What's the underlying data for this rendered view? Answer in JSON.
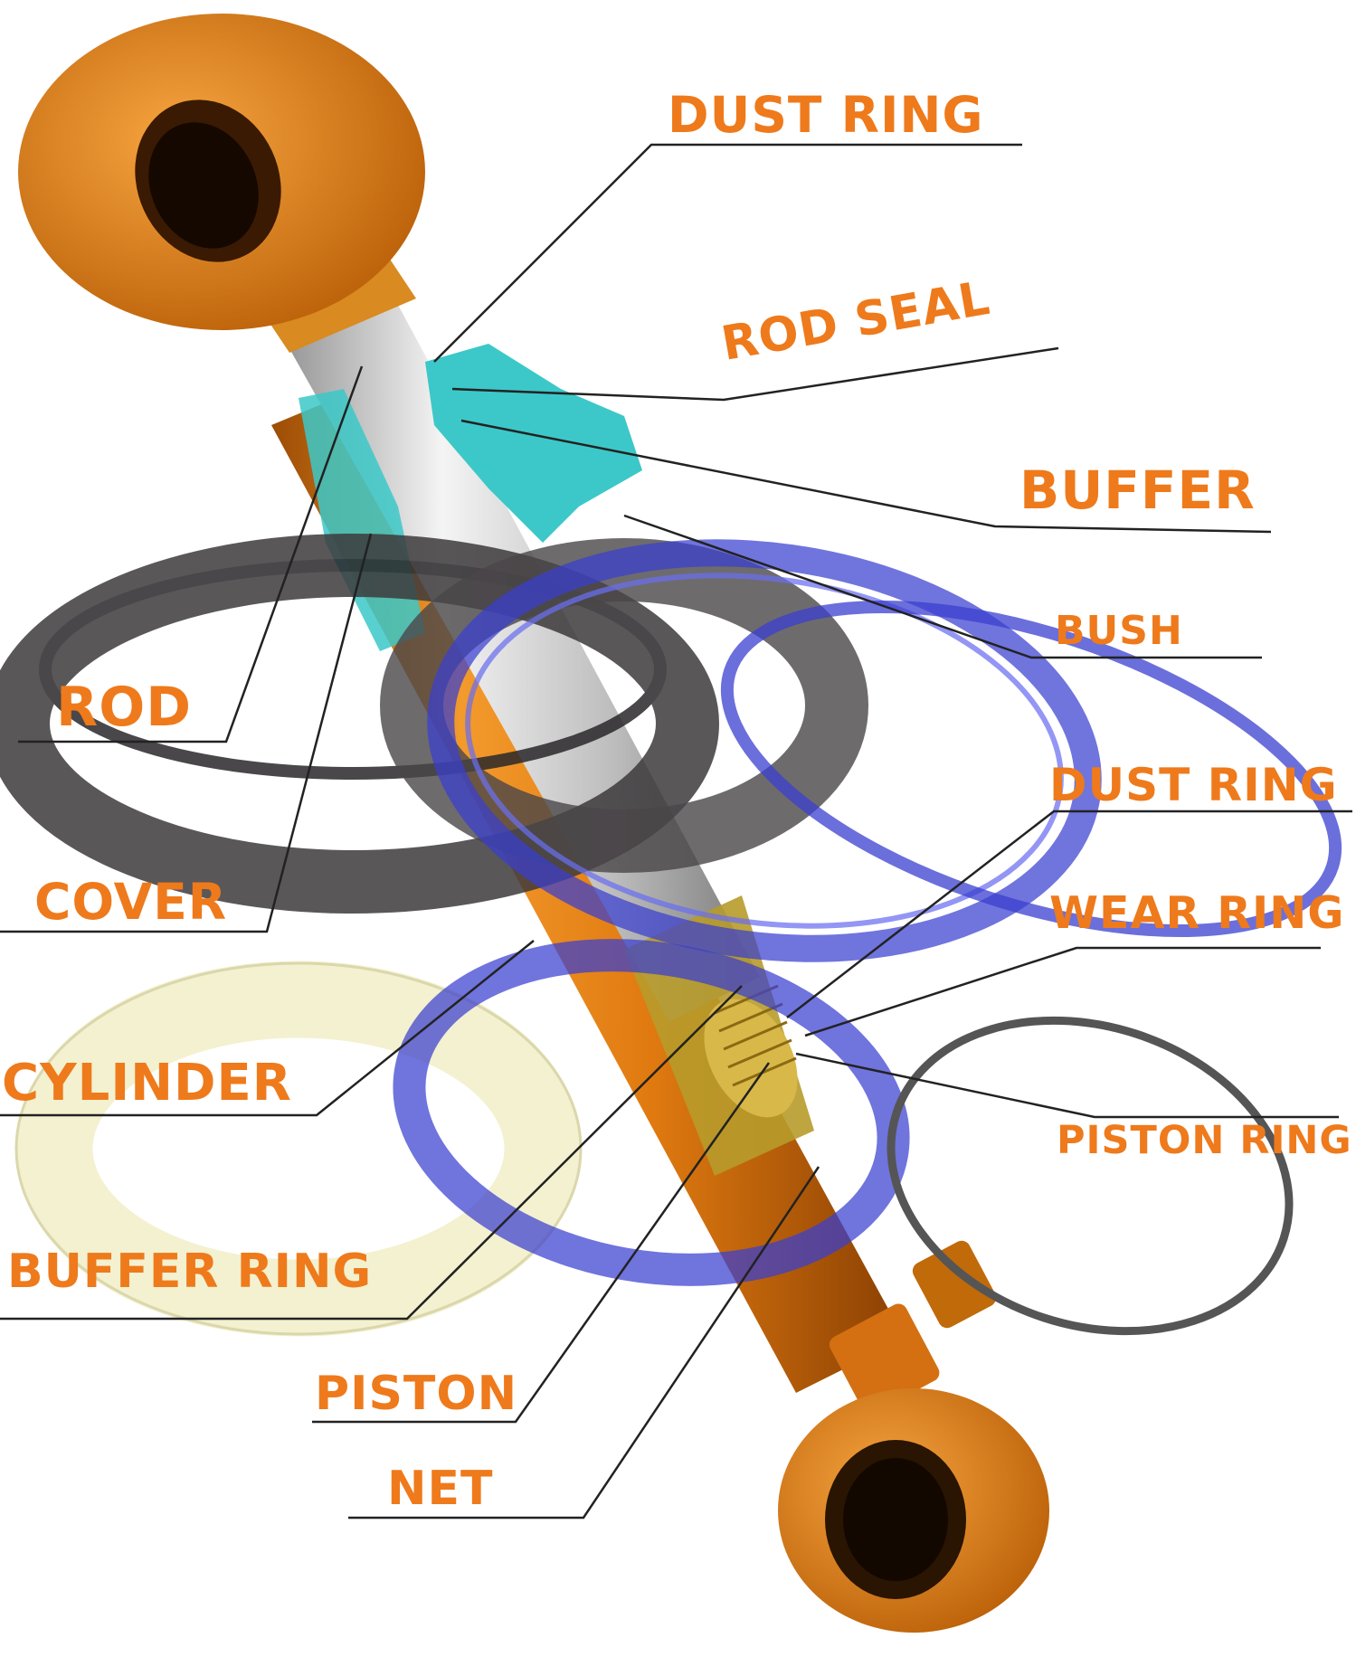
{
  "colors": {
    "label_orange": "#ee7a1c",
    "cylinder_orange": "#e07a10",
    "rod_silver": "#c9c9c9",
    "seal_cyan": "#3cc8c8",
    "ring_blue": "#3a3fd0",
    "ring_dark": "#3d3a3c",
    "ring_cream": "#f2f0cc",
    "leader_line": "#222222"
  },
  "labels": {
    "dust_ring_top": "DUST RING",
    "rod_seal": "ROD SEAL",
    "buffer": "BUFFER",
    "bush": "BUSH",
    "rod": "ROD",
    "dust_ring_right": "DUST RING",
    "cover": "COVER",
    "wear_ring": "WEAR RING",
    "cylinder": "CYLINDER",
    "piston_ring": "PISTON RING",
    "buffer_ring": "BUFFER RING",
    "piston": "PISTON",
    "net": "NET"
  }
}
